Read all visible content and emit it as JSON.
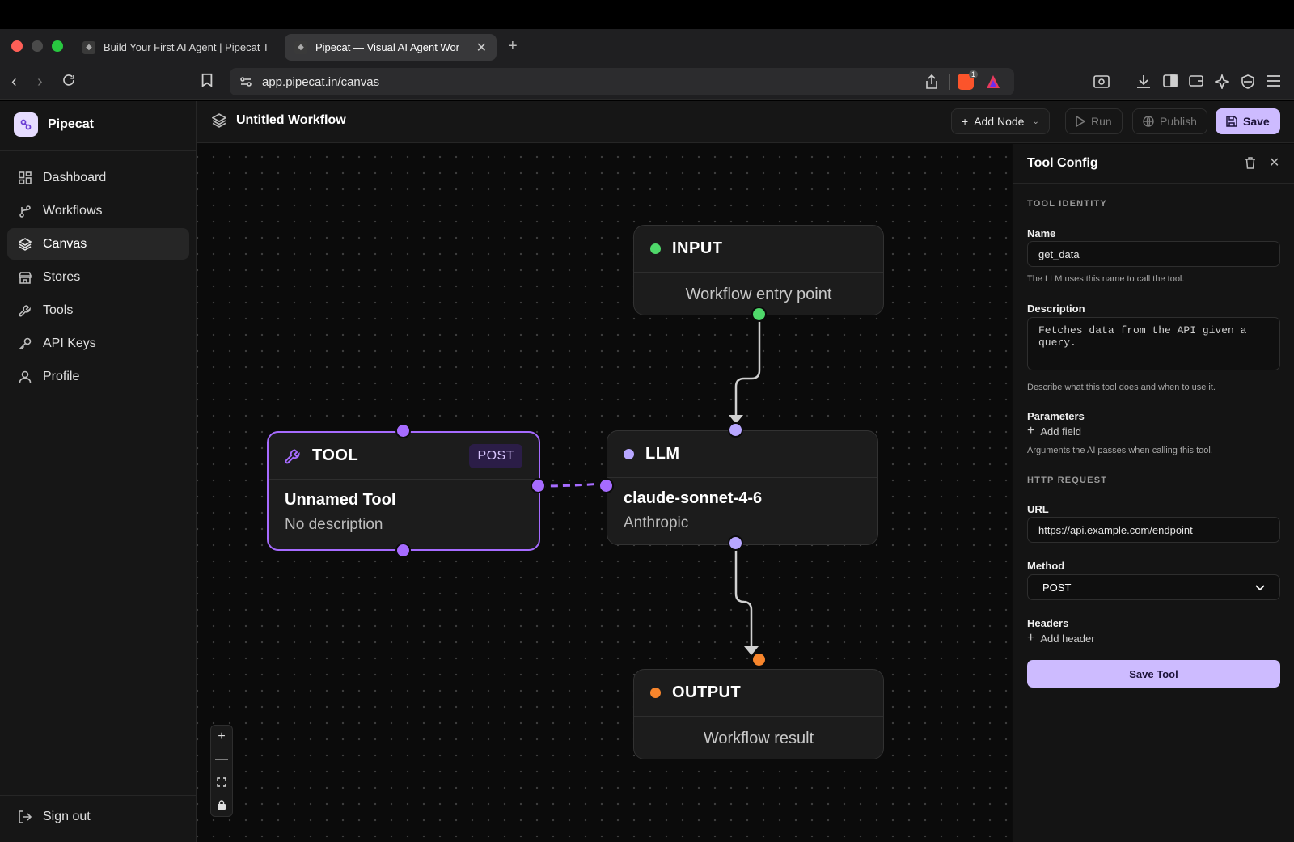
{
  "browser": {
    "tabs": [
      {
        "label": "Build Your First AI Agent | Pipecat T"
      },
      {
        "label": "Pipecat — Visual AI Agent Wor"
      }
    ],
    "url": "app.pipecat.in/canvas",
    "shield_badge": "1"
  },
  "sidebar": {
    "brand": "Pipecat",
    "items": [
      {
        "label": "Dashboard",
        "icon": "grid-icon"
      },
      {
        "label": "Workflows",
        "icon": "branch-icon"
      },
      {
        "label": "Canvas",
        "icon": "layers-icon",
        "active": true
      },
      {
        "label": "Stores",
        "icon": "store-icon"
      },
      {
        "label": "Tools",
        "icon": "wrench-icon"
      },
      {
        "label": "API Keys",
        "icon": "key-icon"
      },
      {
        "label": "Profile",
        "icon": "user-icon"
      }
    ],
    "signout": "Sign out"
  },
  "header": {
    "title": "Untitled Workflow",
    "add_node": "Add Node",
    "run": "Run",
    "publish": "Publish",
    "save": "Save"
  },
  "canvas": {
    "nodes": {
      "input": {
        "title": "INPUT",
        "subtitle": "Workflow entry point",
        "color": "#4fd86a"
      },
      "llm": {
        "title": "LLM",
        "model": "claude-sonnet-4-6",
        "provider": "Anthropic",
        "color": "#b7a6ff"
      },
      "tool": {
        "title": "TOOL",
        "badge": "POST",
        "name": "Unnamed Tool",
        "description": "No description",
        "color": "#a66bff"
      },
      "output": {
        "title": "OUTPUT",
        "subtitle": "Workflow result",
        "color": "#f7852c"
      }
    }
  },
  "panel": {
    "title": "Tool Config",
    "section_identity": "TOOL IDENTITY",
    "name_label": "Name",
    "name_value": "get_data",
    "name_help": "The LLM uses this name to call the tool.",
    "desc_label": "Description",
    "desc_value": "Fetches data from the API given a query.",
    "desc_help": "Describe what this tool does and when to use it.",
    "params_label": "Parameters",
    "add_field": "Add field",
    "params_help": "Arguments the AI passes when calling this tool.",
    "section_http": "HTTP REQUEST",
    "url_label": "URL",
    "url_value": "https://api.example.com/endpoint",
    "method_label": "Method",
    "method_value": "POST",
    "headers_label": "Headers",
    "add_header": "Add header",
    "save_tool": "Save Tool"
  }
}
